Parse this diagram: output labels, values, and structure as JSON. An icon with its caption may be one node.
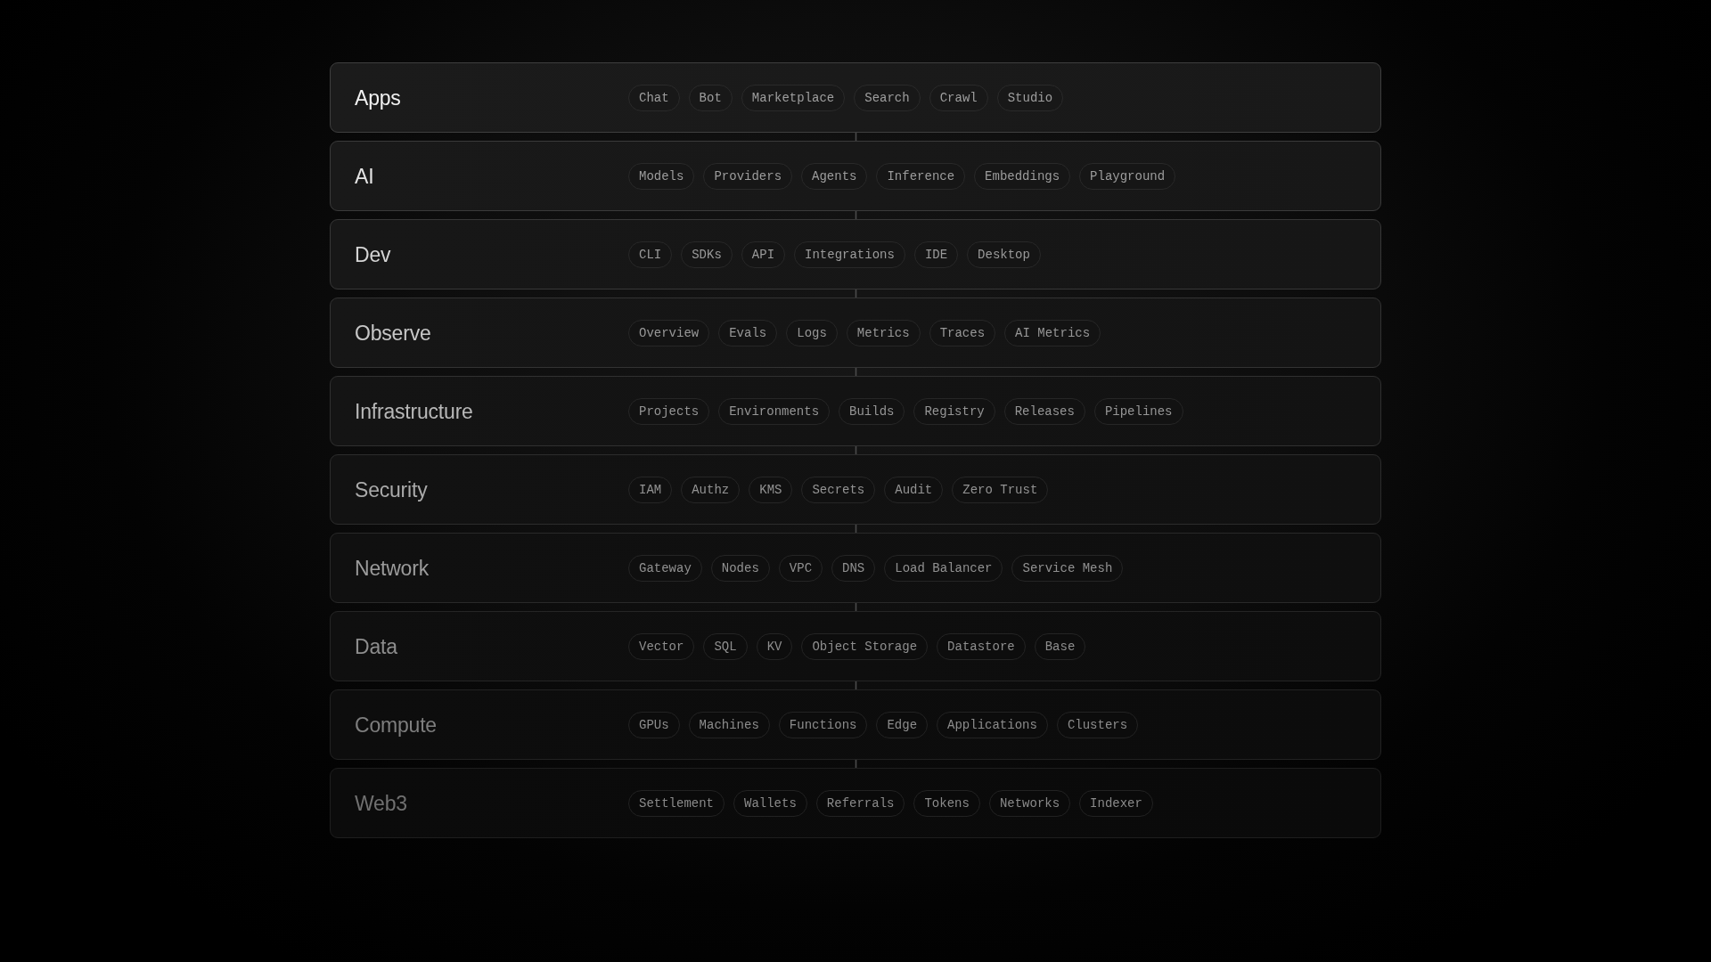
{
  "diagram": {
    "nodes": [
      {
        "text": [
          "Apps"
        ]
      },
      {
        "text": [
          "Chat"
        ],
        "in": 0
      },
      {
        "text": [
          "Bot"
        ],
        "in": 0
      },
      {
        "text": [
          "Marketplace"
        ],
        "in": 0
      },
      {
        "text": [
          "Search"
        ],
        "in": 0
      },
      {
        "text": [
          "Crawl"
        ],
        "in": 0
      },
      {
        "text": [
          "Studio"
        ],
        "in": 0
      },
      {
        "text": [
          "AI"
        ]
      },
      {
        "text": [
          "Models"
        ],
        "in": 7
      },
      {
        "text": [
          "Providers"
        ],
        "in": 7
      },
      {
        "text": [
          "Agents"
        ],
        "in": 7
      },
      {
        "text": [
          "Inference"
        ],
        "in": 7
      },
      {
        "text": [
          "Embeddings"
        ],
        "in": 7
      },
      {
        "text": [
          "Playground"
        ],
        "in": 7
      },
      {
        "text": [
          "Dev"
        ]
      },
      {
        "text": [
          "CLI"
        ],
        "in": 14
      },
      {
        "text": [
          "SDKs"
        ],
        "in": 14
      },
      {
        "text": [
          "API"
        ],
        "in": 14
      },
      {
        "text": [
          "Integrations"
        ],
        "in": 14
      },
      {
        "text": [
          "IDE"
        ],
        "in": 14
      },
      {
        "text": [
          "Desktop"
        ],
        "in": 14
      },
      {
        "text": [
          "Observe"
        ]
      },
      {
        "text": [
          "Overview"
        ],
        "in": 21
      },
      {
        "text": [
          "Evals"
        ],
        "in": 21
      },
      {
        "text": [
          "Logs"
        ],
        "in": 21
      },
      {
        "text": [
          "Metrics"
        ],
        "in": 21
      },
      {
        "text": [
          "Traces"
        ],
        "in": 21
      },
      {
        "text": [
          "AI Metrics"
        ],
        "in": 21
      },
      {
        "text": [
          "Infrastructure"
        ]
      },
      {
        "text": [
          "Projects"
        ],
        "in": 28
      },
      {
        "text": [
          "Environments"
        ],
        "in": 28
      },
      {
        "text": [
          "Builds"
        ],
        "in": 28
      },
      {
        "text": [
          "Registry"
        ],
        "in": 28
      },
      {
        "text": [
          "Releases"
        ],
        "in": 28
      },
      {
        "text": [
          "Pipelines"
        ],
        "in": 28
      },
      {
        "text": [
          "Security"
        ]
      },
      {
        "text": [
          "IAM"
        ],
        "in": 35
      },
      {
        "text": [
          "Authz"
        ],
        "in": 35
      },
      {
        "text": [
          "KMS"
        ],
        "in": 35
      },
      {
        "text": [
          "Secrets"
        ],
        "in": 35
      },
      {
        "text": [
          "Audit"
        ],
        "in": 35
      },
      {
        "text": [
          "Zero Trust"
        ],
        "in": 35
      },
      {
        "text": [
          "Network"
        ]
      },
      {
        "text": [
          "Gateway"
        ],
        "in": 42
      },
      {
        "text": [
          "Nodes"
        ],
        "in": 42
      },
      {
        "text": [
          "VPC"
        ],
        "in": 42
      },
      {
        "text": [
          "DNS"
        ],
        "in": 42
      },
      {
        "text": [
          "Load Balancer"
        ],
        "in": 42
      },
      {
        "text": [
          "Service Mesh"
        ],
        "in": 42
      },
      {
        "text": [
          "Data"
        ]
      },
      {
        "text": [
          "Vector"
        ],
        "in": 49
      },
      {
        "text": [
          "SQL"
        ],
        "in": 49
      },
      {
        "text": [
          "KV"
        ],
        "in": 49
      },
      {
        "text": [
          "Object Storage"
        ],
        "in": 49
      },
      {
        "text": [
          "Datastore"
        ],
        "in": 49
      },
      {
        "text": [
          "Base"
        ],
        "in": 49
      },
      {
        "text": [
          "Compute"
        ]
      },
      {
        "text": [
          "GPUs"
        ],
        "in": 56
      },
      {
        "text": [
          "Machines"
        ],
        "in": 56
      },
      {
        "text": [
          "Functions"
        ],
        "in": 56
      },
      {
        "text": [
          "Edge"
        ],
        "in": 56
      },
      {
        "text": [
          "Applications"
        ],
        "in": 56
      },
      {
        "text": [
          "Clusters"
        ],
        "in": 56
      },
      {
        "text": [
          "Web3"
        ]
      },
      {
        "text": [
          "Settlement"
        ],
        "in": 63
      },
      {
        "text": [
          "Wallets"
        ],
        "in": 63
      },
      {
        "text": [
          "Referrals"
        ],
        "in": 63
      },
      {
        "text": [
          "Tokens"
        ],
        "in": 63
      },
      {
        "text": [
          "Networks"
        ],
        "in": 63
      },
      {
        "text": [
          "Indexer"
        ],
        "in": 63
      }
    ],
    "edges": [
      {
        "from": 0,
        "to": 7,
        "arrow": "none"
      },
      {
        "from": 7,
        "to": 14,
        "arrow": "none"
      },
      {
        "from": 14,
        "to": 21,
        "arrow": "none"
      },
      {
        "from": 21,
        "to": 28,
        "arrow": "none"
      },
      {
        "from": 28,
        "to": 35,
        "arrow": "none"
      },
      {
        "from": 35,
        "to": 42,
        "arrow": "none"
      },
      {
        "from": 42,
        "to": 49,
        "arrow": "none"
      },
      {
        "from": 49,
        "to": 56,
        "arrow": "none"
      },
      {
        "from": 56,
        "to": 63,
        "arrow": "none"
      }
    ]
  }
}
